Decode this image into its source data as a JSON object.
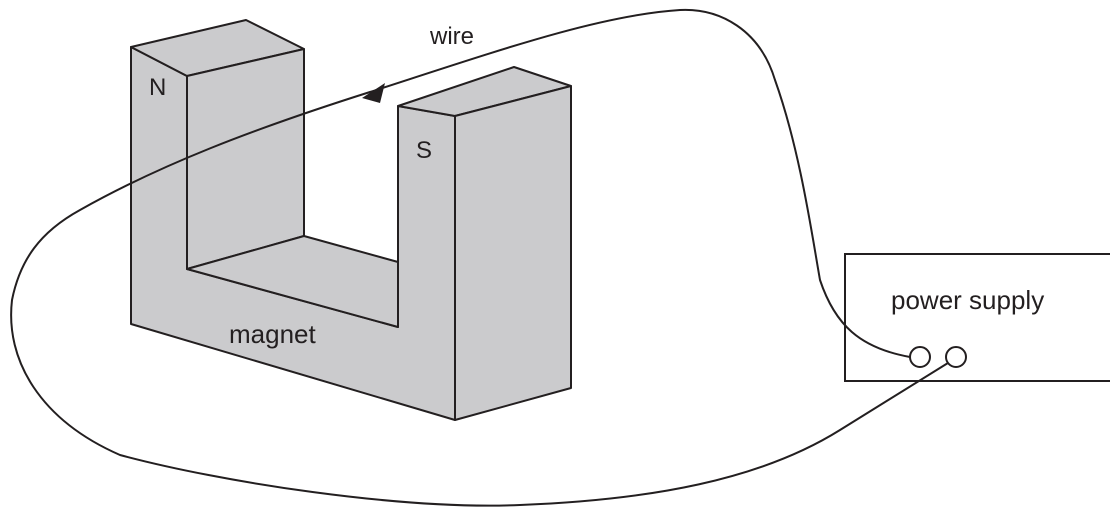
{
  "labels": {
    "wire": "wire",
    "north_pole": "N",
    "south_pole": "S",
    "magnet": "magnet",
    "power_supply": "power supply"
  },
  "colors": {
    "magnet_fill": "#cbcbcd",
    "line": "#231f20",
    "background": "#ffffff"
  },
  "components": {
    "magnet": "U-shaped magnet",
    "wire_arrow": "current direction arrow",
    "terminals": [
      "terminal-left",
      "terminal-right"
    ]
  }
}
